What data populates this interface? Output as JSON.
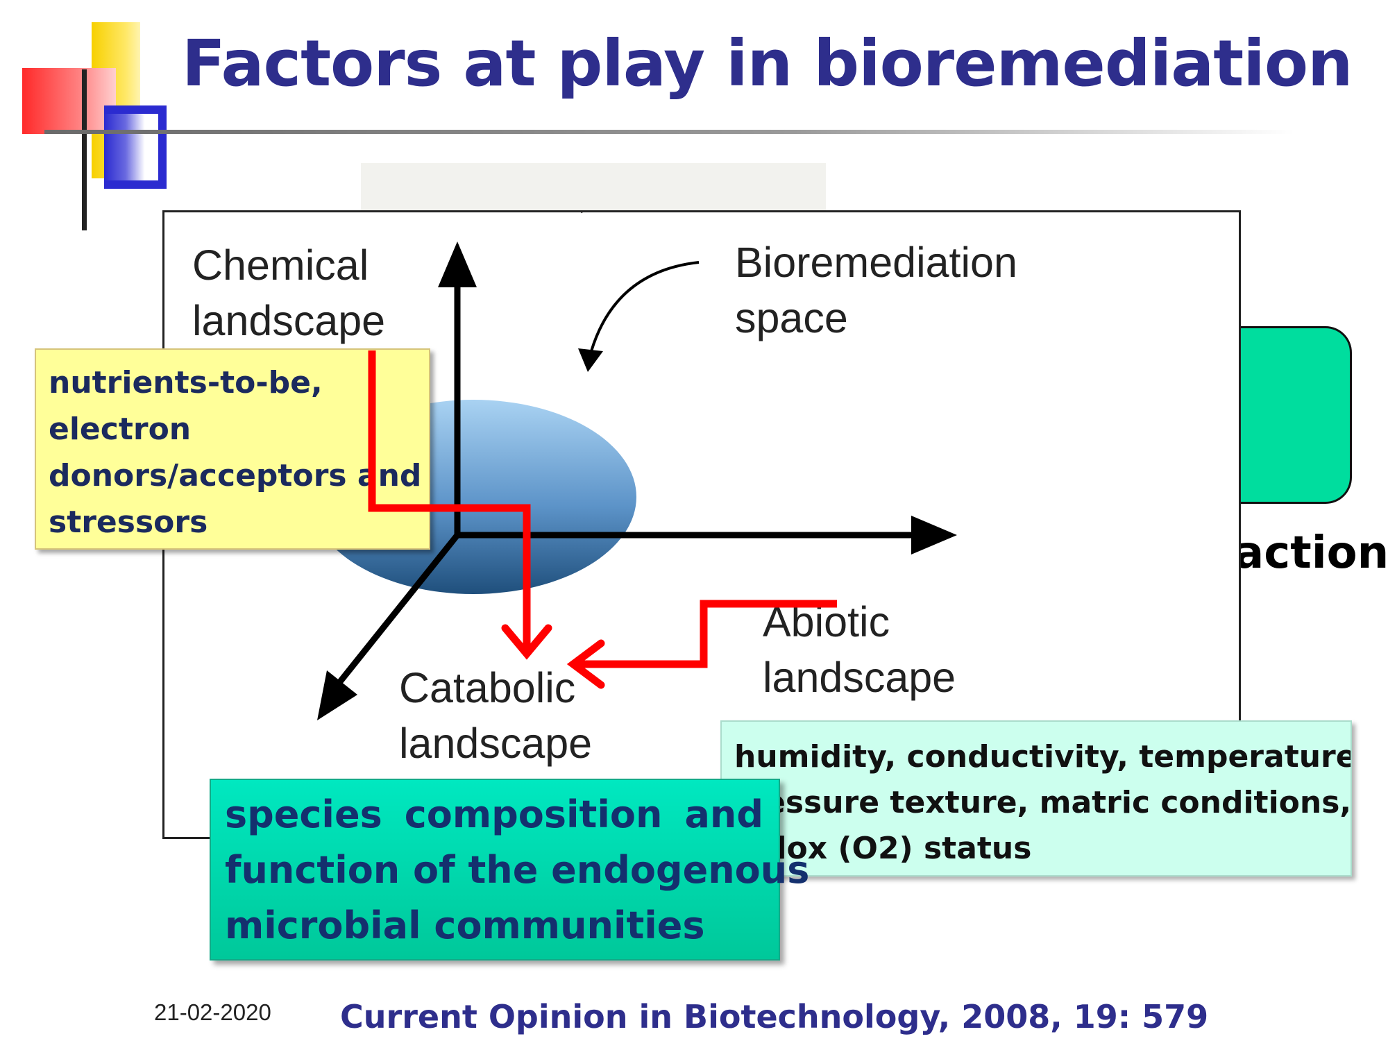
{
  "title": "Factors at play in bioremediation",
  "colors": {
    "title": "#2e2e8c",
    "deco_yellow": "#f7d000",
    "deco_red": "#ff2a2a",
    "deco_blue": "#2b2bd0",
    "ellipse": "#5c93c8",
    "arrow_red": "#ff0000",
    "teal_box": "#00d7ae",
    "yellow_box": "#ffff99",
    "mint_box": "#ccffee"
  },
  "background_fragment": "action",
  "figure": {
    "chemical_landscape": [
      "Chemical",
      "landscape"
    ],
    "bioremediation_space": [
      "Bioremediation",
      "space"
    ],
    "abiotic_landscape": [
      "Abiotic",
      "landscape"
    ],
    "catabolic_landscape": [
      "Catabolic",
      "landscape"
    ]
  },
  "callouts": {
    "chemical": {
      "lines": [
        "nutrients-to-be,",
        "electron",
        "donors/acceptors and",
        "stressors"
      ]
    },
    "abiotic": {
      "lines": [
        "humidity, conductivity, temperature,",
        "essure texture, matric conditions,",
        "dox (O2) status"
      ]
    },
    "catabolic": {
      "lines": [
        "species composition and",
        "function of the endogenous",
        "microbial communities"
      ]
    }
  },
  "footer": {
    "date": "21-02-2020",
    "reference": "Current Opinion in Biotechnology, 2008, 19: 579"
  }
}
